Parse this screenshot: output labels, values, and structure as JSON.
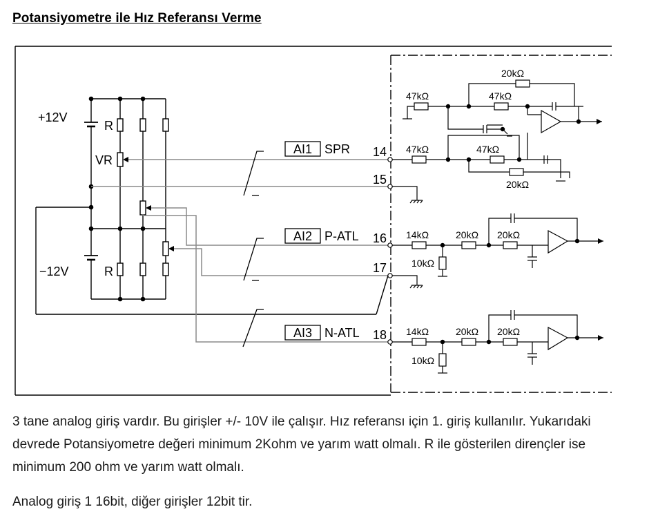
{
  "page": {
    "title": "Potansiyometre ile Hız Referansı Verme",
    "paragraphs": [
      "3 tane analog giriş vardır. Bu girişler +/- 10V ile çalışır. Hız referansı için 1. giriş kullanılır. Yukarıdaki devrede Potansiyometre değeri minimum 2Kohm ve yarım watt olmalı. R ile gösterilen dirençler ise minimum 200 ohm ve yarım watt olmalı.",
      "Analog giriş 1 16bit, diğer girişler 12bit tir."
    ]
  },
  "diagram": {
    "supply_labels": {
      "plus": "+12V",
      "minus": "−12V"
    },
    "component_labels": {
      "r_top": "R",
      "r_bottom": "R",
      "vr": "VR"
    },
    "inputs": [
      {
        "tag": "AI1",
        "name": "SPR",
        "terminal": "14"
      },
      {
        "tag": "AI2",
        "name": "P-ATL",
        "terminal": "16"
      },
      {
        "tag": "AI3",
        "name": "N-ATL",
        "terminal": "18"
      }
    ],
    "common_terminals": [
      "15",
      "17"
    ],
    "stage1_resistors": {
      "top_feedback": "20kΩ",
      "input_a": "47kΩ",
      "feedback_a": "47kΩ",
      "input_b": "47kΩ",
      "series_b": "47kΩ",
      "bottom": "20kΩ"
    },
    "stage2_resistors": {
      "r1": "14kΩ",
      "r2": "20kΩ",
      "r3": "20kΩ",
      "shunt": "10kΩ"
    },
    "stage3_resistors": {
      "r1": "14kΩ",
      "r2": "20kΩ",
      "r3": "20kΩ",
      "shunt": "10kΩ"
    }
  }
}
